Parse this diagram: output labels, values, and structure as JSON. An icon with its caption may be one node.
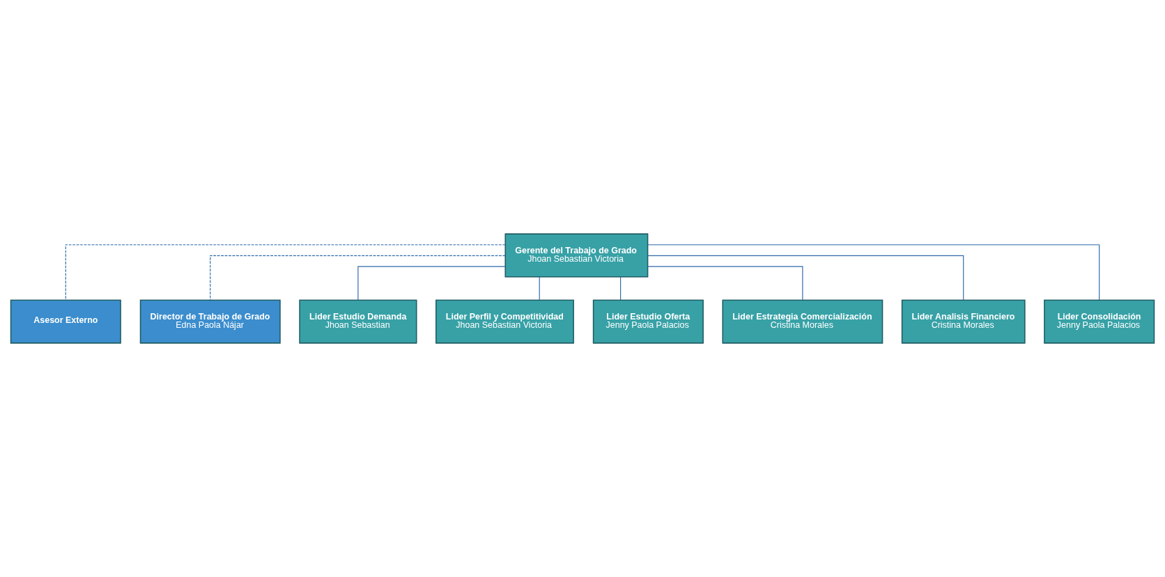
{
  "diagram": {
    "nodes": [
      {
        "text": [
          "Gerente del Trabajo de Grado",
          "Jhoan Sebastian Victoria"
        ]
      },
      {
        "text": [
          "Asesor Externo"
        ]
      },
      {
        "text": [
          "Director de Trabajo de Grado",
          "Edna Paola Nájar"
        ]
      },
      {
        "text": [
          "Lider Estudio Demanda",
          "Jhoan Sebastian"
        ]
      },
      {
        "text": [
          "Lider Perfil y Competitividad",
          "Jhoan Sebastian Victoria"
        ]
      },
      {
        "text": [
          "Lider Estudio Oferta",
          "Jenny Paola Palacios"
        ]
      },
      {
        "text": [
          "Lider Estrategia Comercialización",
          "Cristina Morales"
        ]
      },
      {
        "text": [
          "Lider Analisis Financiero",
          "Cristina Morales"
        ]
      },
      {
        "text": [
          "Lider Consolidación",
          "Jenny Paola Palacios"
        ]
      }
    ],
    "edges": [
      {
        "from": 0,
        "to": 1,
        "arrow": "none",
        "style": "dashed"
      },
      {
        "from": 0,
        "to": 2,
        "arrow": "none",
        "style": "dashed"
      },
      {
        "from": 0,
        "to": 3,
        "arrow": "none"
      },
      {
        "from": 0,
        "to": 4,
        "arrow": "none"
      },
      {
        "from": 0,
        "to": 5,
        "arrow": "none"
      },
      {
        "from": 0,
        "to": 6,
        "arrow": "none"
      },
      {
        "from": 0,
        "to": 7,
        "arrow": "none"
      },
      {
        "from": 0,
        "to": 8,
        "arrow": "none"
      }
    ]
  }
}
